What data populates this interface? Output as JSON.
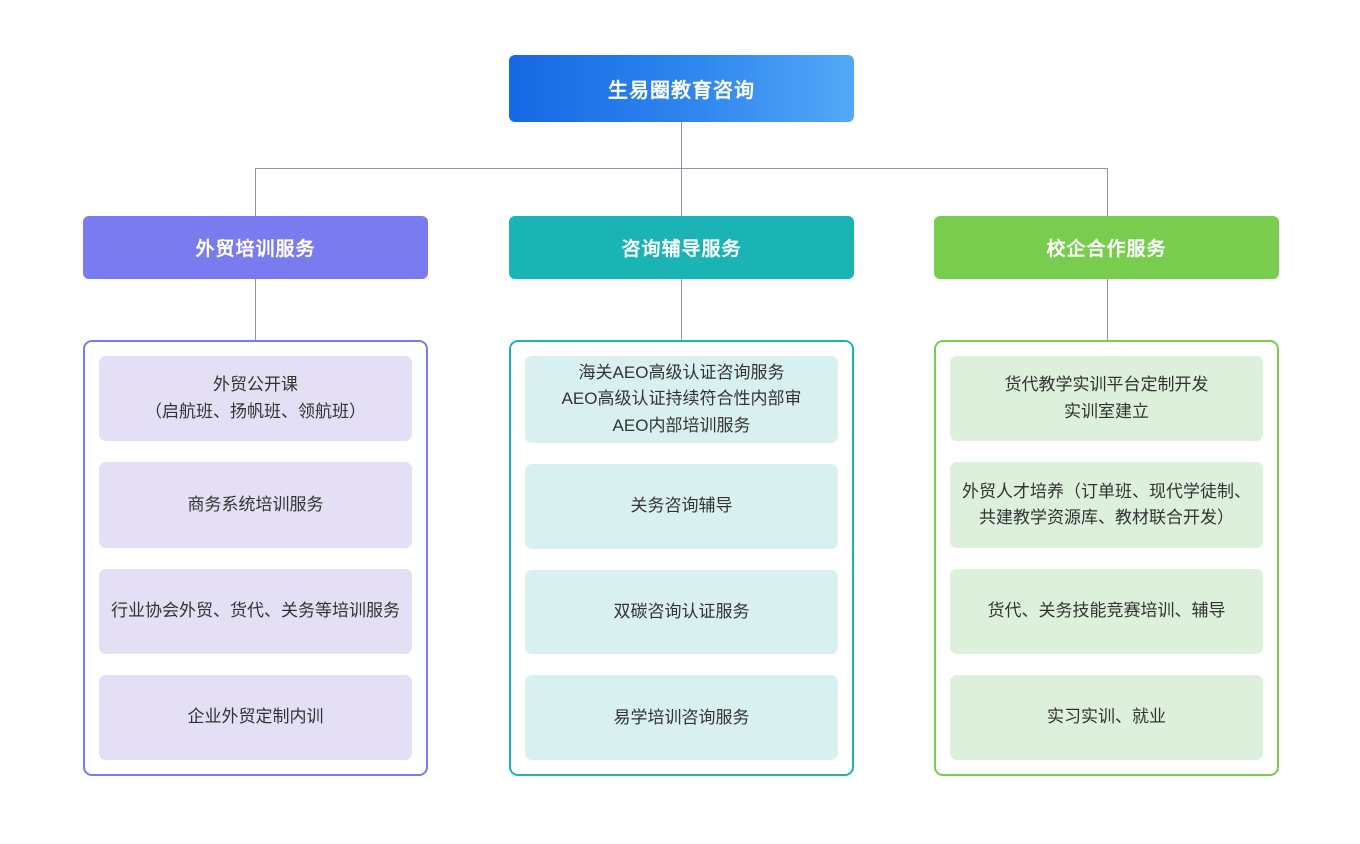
{
  "root": {
    "label": "生易圈教育咨询",
    "color_start": "#1668e3",
    "color_end": "#54a8f7"
  },
  "branches": [
    {
      "header": "外贸培训服务",
      "color": "#7b7bf0",
      "item_bg": "#e4dff4",
      "items": [
        "外贸公开课\n（启航班、扬帆班、领航班）",
        "商务系统培训服务",
        "行业协会外贸、货代、关务等培训服务",
        "企业外贸定制内训"
      ]
    },
    {
      "header": "咨询辅导服务",
      "color": "#1bb4b4",
      "item_bg": "#d9f0f0",
      "items": [
        "海关AEO高级认证咨询服务\nAEO高级认证持续符合性内部审\nAEO内部培训服务",
        "关务咨询辅导",
        "双碳咨询认证服务",
        "易学培训咨询服务"
      ]
    },
    {
      "header": "校企合作服务",
      "color": "#78cd4e",
      "item_bg": "#dcf0dc",
      "items": [
        "货代教学实训平台定制开发\n实训室建立",
        "外贸人才培养（订单班、现代学徒制、共建教学资源库、教材联合开发）",
        "货代、关务技能竞赛培训、辅导",
        "实习实训、就业"
      ]
    }
  ],
  "connectors": {
    "line_color": "#8a96a3"
  }
}
